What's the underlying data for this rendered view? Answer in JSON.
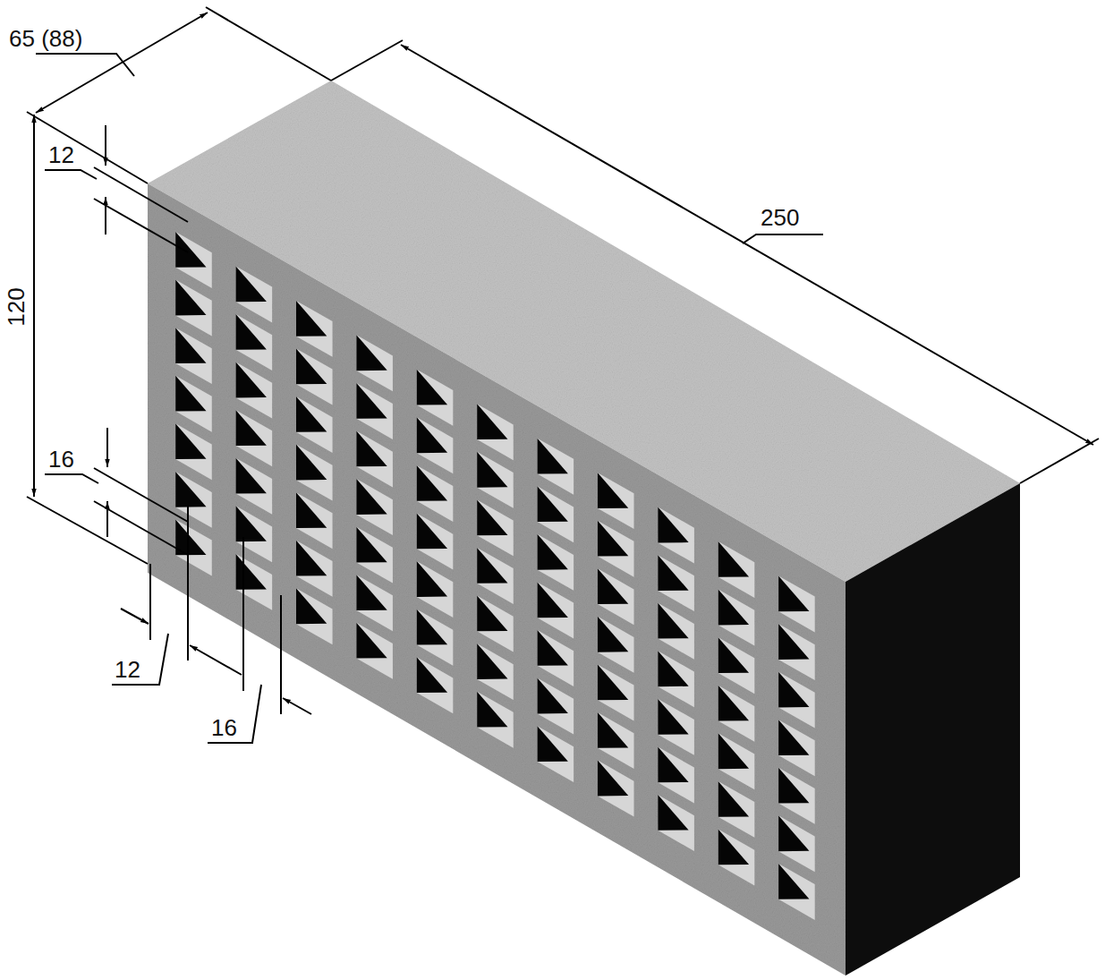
{
  "diagram": {
    "labels": [
      "65 (88)",
      "12",
      "250",
      "120",
      "16",
      "12",
      "16"
    ]
  }
}
